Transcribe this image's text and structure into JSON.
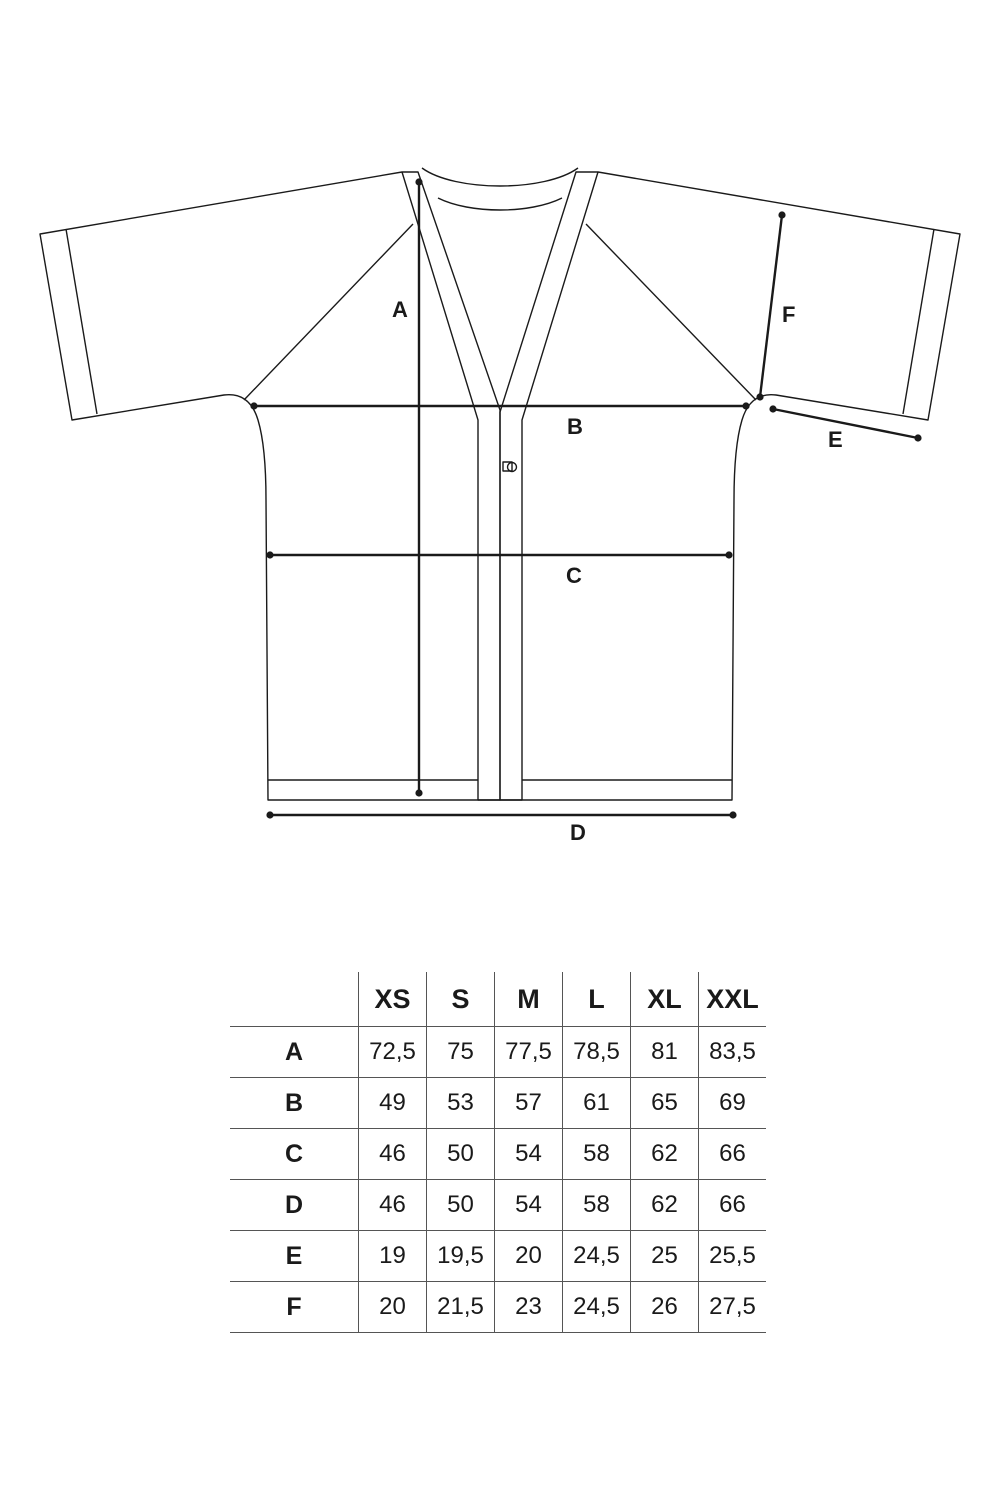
{
  "diagram": {
    "labels": {
      "a": "A",
      "b": "B",
      "c": "C",
      "d": "D",
      "e": "E",
      "f": "F"
    }
  },
  "size_table": {
    "sizes": [
      "XS",
      "S",
      "M",
      "L",
      "XL",
      "XXL"
    ],
    "rows": [
      {
        "label": "A",
        "values": [
          "72,5",
          "75",
          "77,5",
          "78,5",
          "81",
          "83,5"
        ]
      },
      {
        "label": "B",
        "values": [
          "49",
          "53",
          "57",
          "61",
          "65",
          "69"
        ]
      },
      {
        "label": "C",
        "values": [
          "46",
          "50",
          "54",
          "58",
          "62",
          "66"
        ]
      },
      {
        "label": "D",
        "values": [
          "46",
          "50",
          "54",
          "58",
          "62",
          "66"
        ]
      },
      {
        "label": "E",
        "values": [
          "19",
          "19,5",
          "20",
          "24,5",
          "25",
          "25,5"
        ]
      },
      {
        "label": "F",
        "values": [
          "20",
          "21,5",
          "23",
          "24,5",
          "26",
          "27,5"
        ]
      }
    ]
  }
}
